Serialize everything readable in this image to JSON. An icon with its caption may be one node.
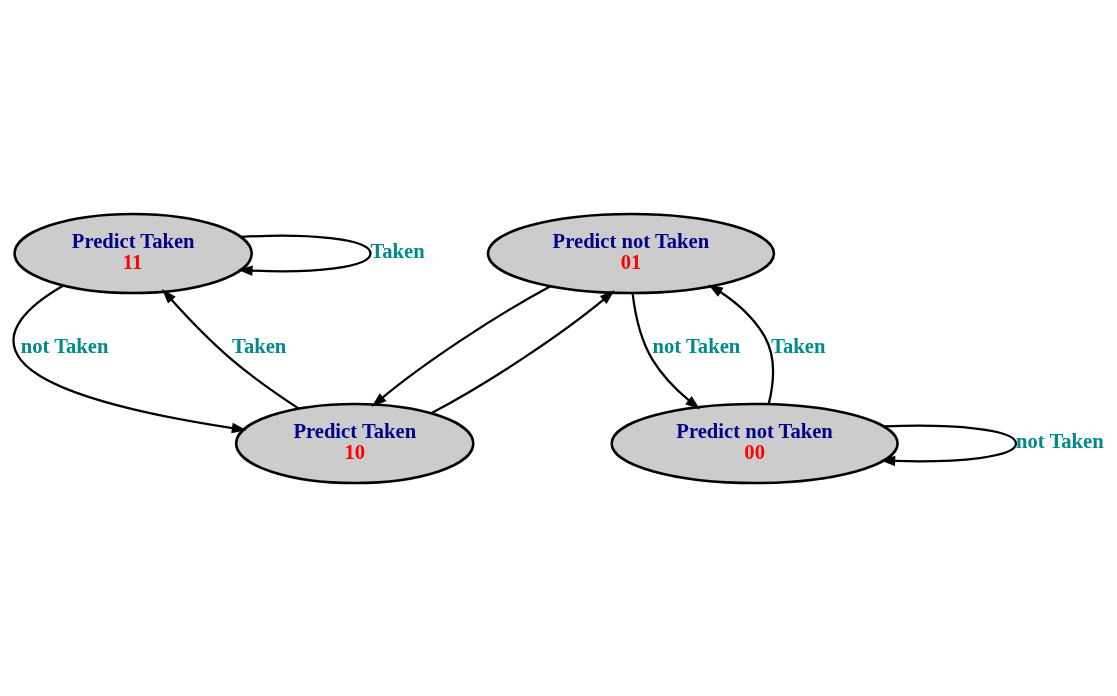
{
  "diagram": {
    "nodes": [
      {
        "text": [
          "Predict Taken",
          "11"
        ]
      },
      {
        "text": [
          "Predict Taken",
          "10"
        ]
      },
      {
        "text": [
          "Predict not Taken",
          "01"
        ]
      },
      {
        "text": [
          "Predict not Taken",
          "00"
        ]
      }
    ],
    "edges": [
      {
        "from": 0,
        "to": 0,
        "arrow": "to",
        "label": "Taken"
      },
      {
        "from": 0,
        "to": 1,
        "arrow": "to",
        "label": "not Taken"
      },
      {
        "from": 1,
        "to": 0,
        "arrow": "to",
        "label": "Taken"
      },
      {
        "from": 1,
        "to": 2,
        "arrow": "to"
      },
      {
        "from": 2,
        "to": 1,
        "arrow": "to"
      },
      {
        "from": 2,
        "to": 3,
        "arrow": "to",
        "label": "not Taken"
      },
      {
        "from": 3,
        "to": 2,
        "arrow": "to",
        "label": "Taken"
      },
      {
        "from": 3,
        "to": 3,
        "arrow": "to",
        "label": "not Taken"
      }
    ]
  }
}
